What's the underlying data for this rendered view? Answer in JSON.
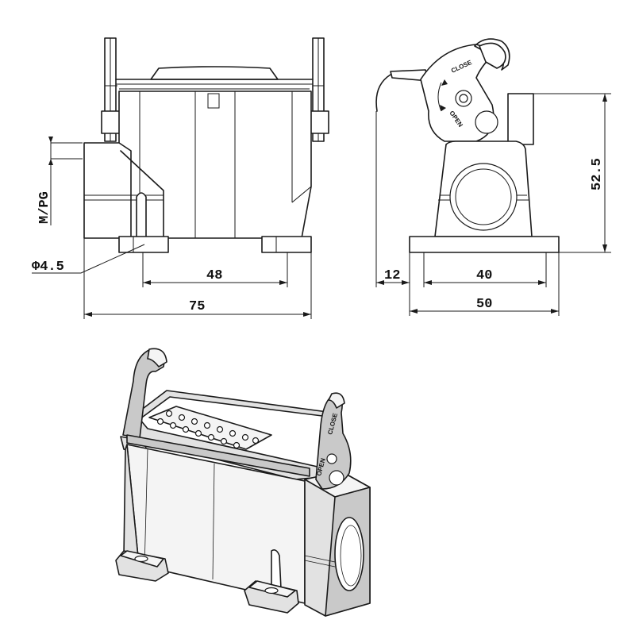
{
  "front_view": {
    "dim_overall_width": "75",
    "dim_mount_spacing": "48",
    "dim_hole_diameter": "Φ4.5",
    "dim_thread_label": "M/PG"
  },
  "side_view": {
    "dim_height": "52.5",
    "dim_offset": "12",
    "dim_mount_spacing": "40",
    "dim_overall_width": "50",
    "label_close": "CLOSE",
    "label_open": "OPEN"
  },
  "iso_view": {
    "label_close": "CLOSE",
    "label_open": "OPEN"
  }
}
